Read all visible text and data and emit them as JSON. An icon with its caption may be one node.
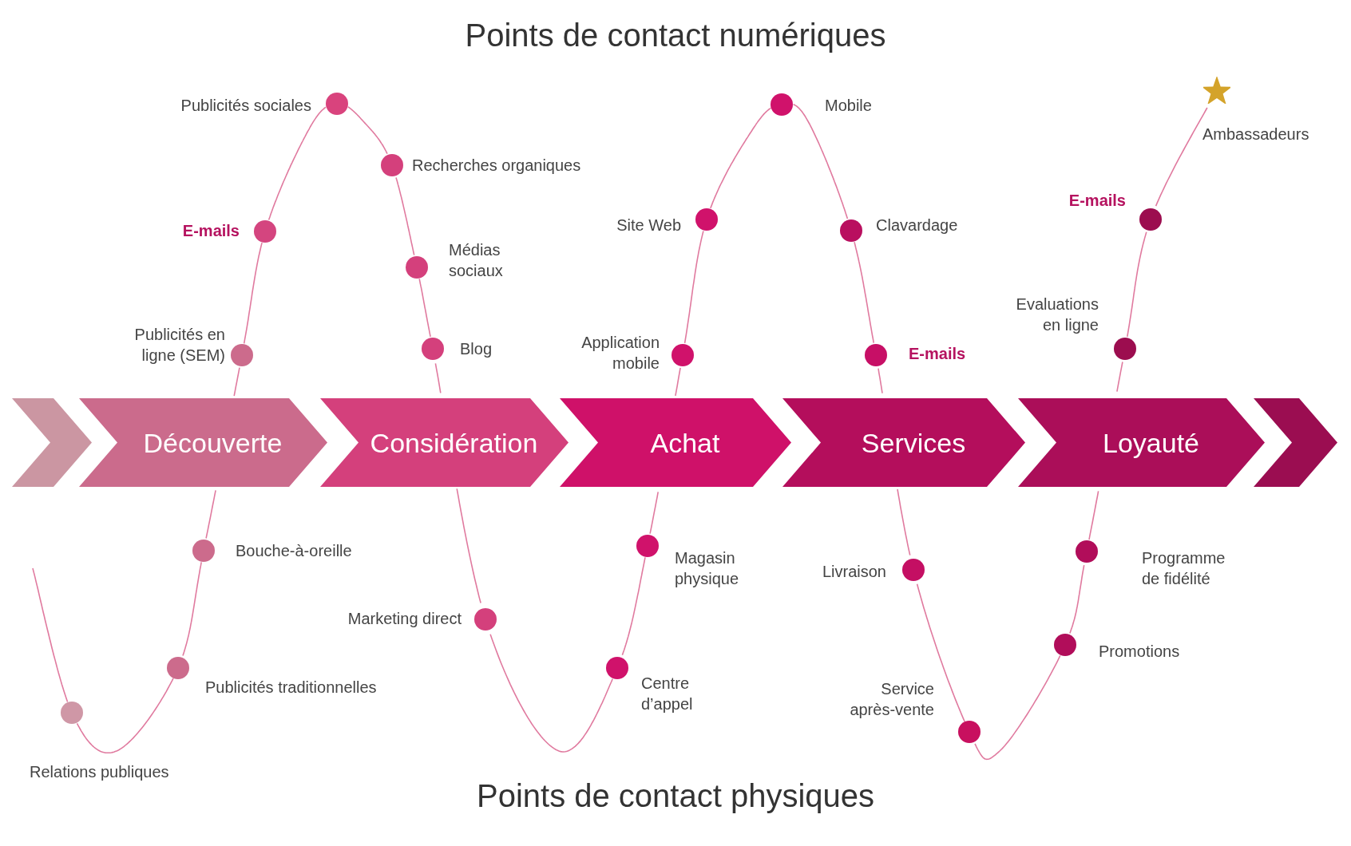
{
  "diagram": {
    "title": "Points de contact numériques",
    "caption": "Points de contact physiques",
    "nodes": [
      {
        "text": [],
        "shape": "chevron"
      },
      {
        "text": [
          "Découverte"
        ]
      },
      {
        "text": [
          "Considération"
        ]
      },
      {
        "text": [
          "Achat"
        ]
      },
      {
        "text": [
          "Services"
        ]
      },
      {
        "text": [
          "Loyauté"
        ]
      },
      {
        "text": [],
        "shape": "chevron"
      },
      {
        "text": [],
        "shape": "circle",
        "beside": [
          "Relations publiques"
        ]
      },
      {
        "text": [],
        "shape": "circle",
        "beside": [
          "Publicités traditionnelles"
        ]
      },
      {
        "text": [],
        "shape": "circle",
        "beside": [
          "Bouche-à-oreille"
        ]
      },
      {
        "text": [],
        "shape": "circle",
        "beside": [
          "Publicités en ligne (SEM)"
        ]
      },
      {
        "text": [],
        "shape": "circle",
        "beside": [
          "E-mails"
        ]
      },
      {
        "text": [],
        "shape": "circle",
        "beside": [
          "Publicités sociales"
        ]
      },
      {
        "text": [],
        "shape": "circle",
        "beside": [
          "Recherches organiques"
        ]
      },
      {
        "text": [],
        "shape": "circle",
        "beside": [
          "Médias sociaux"
        ]
      },
      {
        "text": [],
        "shape": "circle",
        "beside": [
          "Blog"
        ]
      },
      {
        "text": [],
        "shape": "circle",
        "beside": [
          "Marketing direct"
        ]
      },
      {
        "text": [],
        "shape": "circle",
        "beside": [
          "Centre d’appel"
        ]
      },
      {
        "text": [],
        "shape": "circle",
        "beside": [
          "Magasin physique"
        ]
      },
      {
        "text": [],
        "shape": "circle",
        "beside": [
          "Application mobile"
        ]
      },
      {
        "text": [],
        "shape": "circle",
        "beside": [
          "Site Web"
        ]
      },
      {
        "text": [],
        "shape": "circle",
        "beside": [
          "Mobile"
        ]
      },
      {
        "text": [],
        "shape": "circle",
        "beside": [
          "Clavardage"
        ]
      },
      {
        "text": [],
        "shape": "circle",
        "beside": [
          "E-mails"
        ]
      },
      {
        "text": [],
        "shape": "circle",
        "beside": [
          "Livraison"
        ]
      },
      {
        "text": [],
        "shape": "circle",
        "beside": [
          "Service après-vente"
        ]
      },
      {
        "text": [],
        "shape": "circle",
        "beside": [
          "Promotions"
        ]
      },
      {
        "text": [],
        "shape": "circle",
        "beside": [
          "Programme de fidélité"
        ]
      },
      {
        "text": [],
        "shape": "circle",
        "beside": [
          "Evaluations en ligne"
        ]
      },
      {
        "text": [],
        "shape": "circle",
        "beside": [
          "E-mails"
        ]
      },
      {
        "text": [],
        "shape": "star",
        "beside": [
          "Ambassadeurs"
        ]
      }
    ],
    "edges": [
      {
        "from": null,
        "to": 7,
        "arrow": "none"
      },
      {
        "from": 7,
        "to": 8,
        "arrow": "none"
      },
      {
        "from": 8,
        "to": 9,
        "arrow": "none"
      },
      {
        "from": 9,
        "to": 1,
        "arrow": "none"
      },
      {
        "from": 1,
        "to": 10,
        "arrow": "none"
      },
      {
        "from": 10,
        "to": 11,
        "arrow": "none"
      },
      {
        "from": 11,
        "to": 12,
        "arrow": "none"
      },
      {
        "from": 12,
        "to": 13,
        "arrow": "none"
      },
      {
        "from": 13,
        "to": 14,
        "arrow": "none"
      },
      {
        "from": 14,
        "to": 15,
        "arrow": "none"
      },
      {
        "from": 15,
        "to": 2,
        "arrow": "none"
      },
      {
        "from": 2,
        "to": 16,
        "arrow": "none"
      },
      {
        "from": 16,
        "to": 17,
        "arrow": "none"
      },
      {
        "from": 17,
        "to": 18,
        "arrow": "none"
      },
      {
        "from": 18,
        "to": 3,
        "arrow": "none"
      },
      {
        "from": 3,
        "to": 19,
        "arrow": "none"
      },
      {
        "from": 19,
        "to": 20,
        "arrow": "none"
      },
      {
        "from": 20,
        "to": 21,
        "arrow": "none"
      },
      {
        "from": 21,
        "to": 22,
        "arrow": "none"
      },
      {
        "from": 22,
        "to": 23,
        "arrow": "none"
      },
      {
        "from": 23,
        "to": 4,
        "arrow": "none"
      },
      {
        "from": 4,
        "to": 24,
        "arrow": "none"
      },
      {
        "from": 24,
        "to": 25,
        "arrow": "none"
      },
      {
        "from": 25,
        "to": 26,
        "arrow": "none"
      },
      {
        "from": 26,
        "to": 27,
        "arrow": "none"
      },
      {
        "from": 27,
        "to": 5,
        "arrow": "none"
      },
      {
        "from": 5,
        "to": 28,
        "arrow": "none"
      },
      {
        "from": 28,
        "to": 29,
        "arrow": "none"
      },
      {
        "from": 29,
        "to": 30,
        "arrow": "none"
      }
    ]
  }
}
